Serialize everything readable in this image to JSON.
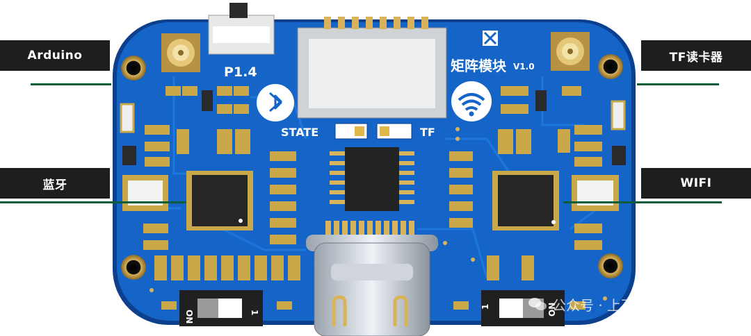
{
  "labels": {
    "arduino": "Arduino",
    "bluetooth": "蓝牙",
    "tf_reader": "TF读卡器",
    "wifi": "WIFI"
  },
  "silkscreen": {
    "p14": "P1.4",
    "state": "STATE",
    "tf": "TF",
    "module_name": "矩阵模块",
    "version": "V1.0",
    "switch_on": "ON",
    "switch_one": "1"
  },
  "watermark": {
    "text": "公众号 · 上下博客"
  },
  "icons": [
    "bluetooth-icon",
    "wifi-icon",
    "matrix-logo-icon",
    "wechat-icon"
  ],
  "colors": {
    "board": "#1565c8",
    "board_edge": "#0d3f8f",
    "label_bg": "#1e1e1e",
    "label_text": "#ffffff",
    "leader_line": "#0d5c3a",
    "pad_gold": "#c9a84a",
    "chip": "#232323"
  }
}
